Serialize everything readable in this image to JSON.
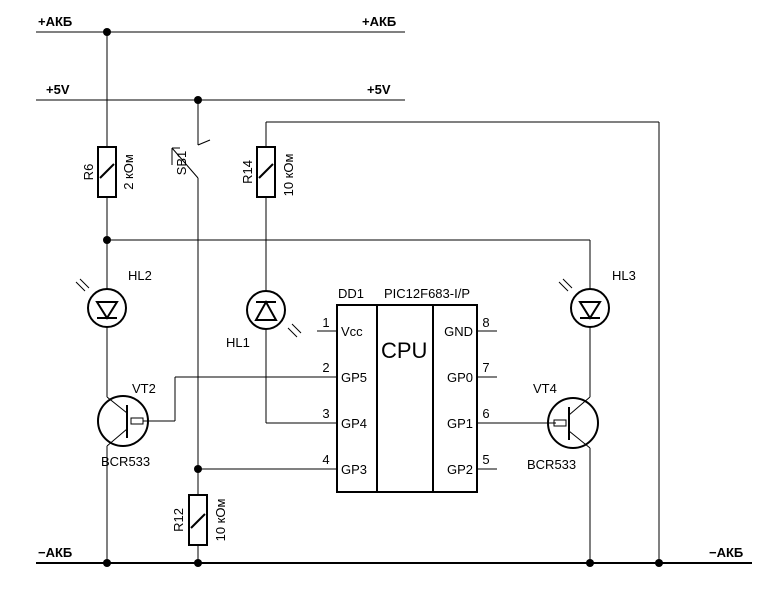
{
  "rails": {
    "akb_plus_left": "+АКБ",
    "akb_plus_right": "+АКБ",
    "v5_left": "+5V",
    "v5_right": "+5V",
    "akb_minus_left": "−АКБ",
    "akb_minus_right": "−АКБ"
  },
  "components": {
    "r6": {
      "ref": "R6",
      "value": "2 кОм"
    },
    "r14": {
      "ref": "R14",
      "value": "10 кОм"
    },
    "r12": {
      "ref": "R12",
      "value": "10 кОм"
    },
    "sb1": {
      "ref": "SB1"
    },
    "hl1": {
      "ref": "HL1"
    },
    "hl2": {
      "ref": "HL2"
    },
    "hl3": {
      "ref": "HL3"
    },
    "vt2": {
      "ref": "VT2",
      "part": "BCR533"
    },
    "vt4": {
      "ref": "VT4",
      "part": "BCR533"
    },
    "dd1": {
      "ref": "DD1",
      "part": "PIC12F683-I/P",
      "core": "CPU"
    }
  },
  "pins": [
    {
      "num": "1",
      "name": "Vcc"
    },
    {
      "num": "2",
      "name": "GP5"
    },
    {
      "num": "3",
      "name": "GP4"
    },
    {
      "num": "4",
      "name": "GP3"
    },
    {
      "num": "8",
      "name": "GND"
    },
    {
      "num": "7",
      "name": "GP0"
    },
    {
      "num": "6",
      "name": "GP1"
    },
    {
      "num": "5",
      "name": "GP2"
    }
  ]
}
